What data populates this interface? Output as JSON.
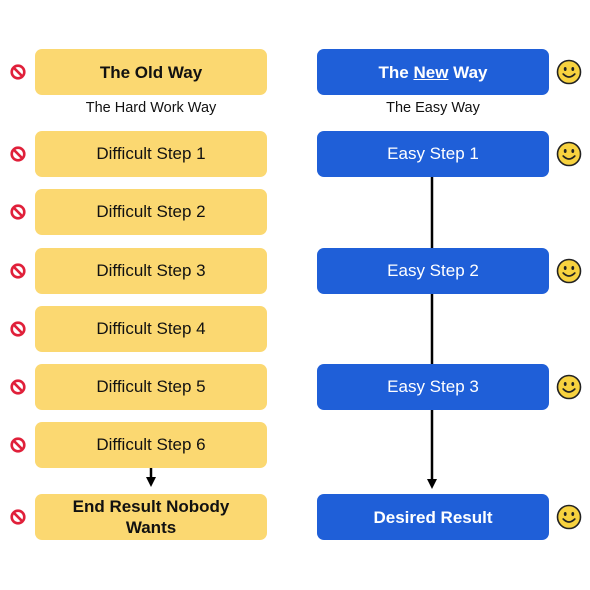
{
  "old": {
    "title": "The Old Way",
    "subtitle": "The Hard Work Way",
    "steps": [
      "Difficult Step 1",
      "Difficult Step 2",
      "Difficult Step 3",
      "Difficult Step 4",
      "Difficult Step 5",
      "Difficult Step 6"
    ],
    "result": "End Result Nobody Wants",
    "icon": "no-entry-icon"
  },
  "new": {
    "title_pre": "The ",
    "title_em": "New",
    "title_post": " Way",
    "subtitle": "The Easy Way",
    "steps": [
      "Easy Step 1",
      "Easy Step 2",
      "Easy Step 3"
    ],
    "result": "Desired Result",
    "icon": "smiley-icon"
  },
  "colors": {
    "old_box": "#fbd871",
    "new_box": "#1f5fd8",
    "no_icon": "#e0203a",
    "smiley": "#f7d23f"
  }
}
